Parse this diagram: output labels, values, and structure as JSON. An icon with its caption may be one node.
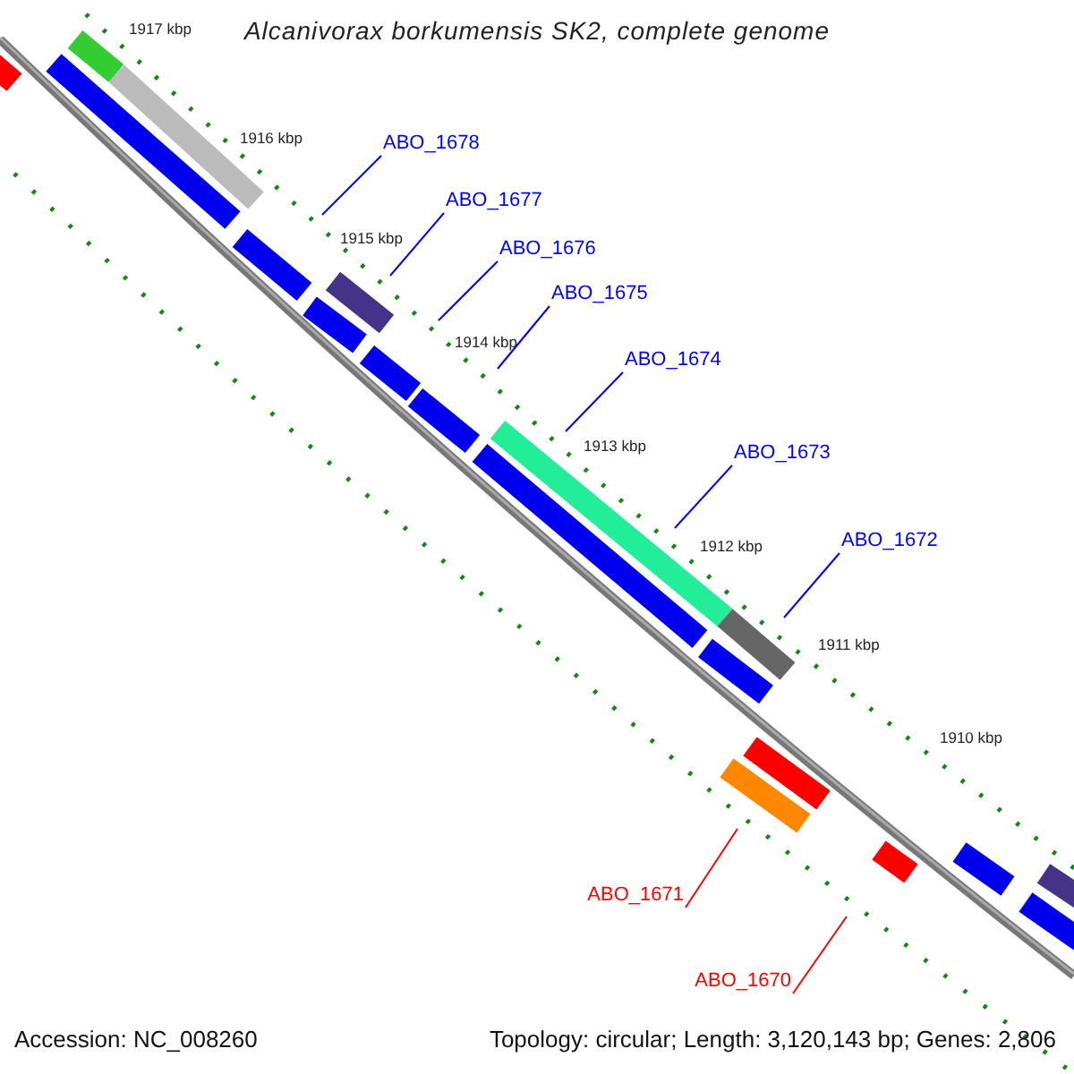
{
  "diagram": {
    "title": "Alcanivorax borkumensis SK2, complete genome",
    "nodes": [
      {
        "text": [
          "ABO_1678"
        ]
      },
      {
        "text": [
          "ABO_1677"
        ]
      },
      {
        "text": [
          "ABO_1676"
        ]
      },
      {
        "text": [
          "ABO_1675"
        ]
      },
      {
        "text": [
          "ABO_1674"
        ]
      },
      {
        "text": [
          "ABO_1673"
        ]
      },
      {
        "text": [
          "ABO_1672"
        ]
      },
      {
        "text": [
          "ABO_1671"
        ]
      },
      {
        "text": [
          "ABO_1670"
        ]
      }
    ],
    "edges": [
      {
        "from": 0,
        "to": null,
        "arrow": "none"
      },
      {
        "from": 1,
        "to": null,
        "arrow": "none"
      },
      {
        "from": 2,
        "to": null,
        "arrow": "none"
      },
      {
        "from": 3,
        "to": null,
        "arrow": "none"
      },
      {
        "from": 4,
        "to": null,
        "arrow": "none"
      },
      {
        "from": 5,
        "to": null,
        "arrow": "none"
      },
      {
        "from": 6,
        "to": null,
        "arrow": "none"
      },
      {
        "from": 7,
        "to": null,
        "arrow": "none",
        "color": "#ff0000"
      },
      {
        "from": 8,
        "to": null,
        "arrow": "none",
        "color": "#ff0000"
      }
    ],
    "labels": [
      "1917 kbp",
      "1916 kbp",
      "1915 kbp",
      "1914 kbp",
      "1913 kbp",
      "1912 kbp",
      "1911 kbp",
      "1910 kbp",
      "Accession: NC_008260",
      "Topology: circular; Length: 3,120,143 bp; Genes: 2,806"
    ]
  }
}
